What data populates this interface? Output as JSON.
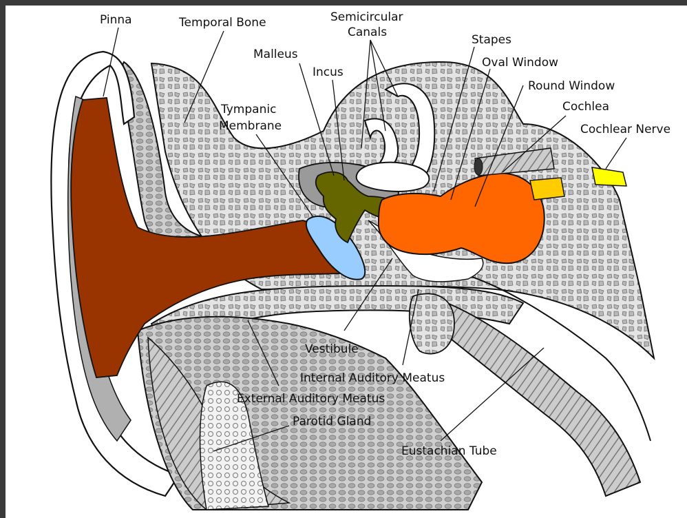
{
  "colors": {
    "frame": "#3a3a3a",
    "canvas": "#ffffff",
    "bone": "#d9d9d9",
    "bone_dark": "#9a9a9a",
    "ear_canal": "#993300",
    "tympanic_membrane": "#99ccff",
    "ossicles": "#666600",
    "cochlea": "#ff6600",
    "nerve": "#ffff00",
    "nerve_band": "#ffcc00"
  },
  "labels": {
    "pinna": "Pinna",
    "temporal_bone": "Temporal Bone",
    "semicircular_line1": "Semicircular",
    "semicircular_line2": "Canals",
    "stapes": "Stapes",
    "malleus": "Malleus",
    "incus": "Incus",
    "oval_window": "Oval Window",
    "round_window": "Round Window",
    "tympanic_line1": "Tympanic",
    "tympanic_line2": "Membrane",
    "cochlea": "Cochlea",
    "cochlear_nerve": "Cochlear Nerve",
    "vestibule": "Vestibule",
    "internal_auditory_meatus": "Internal Auditory Meatus",
    "external_auditory_meatus": "External Auditory Meatus",
    "parotid_gland": "Parotid Gland",
    "eustachian_tube": "Eustachian Tube"
  }
}
